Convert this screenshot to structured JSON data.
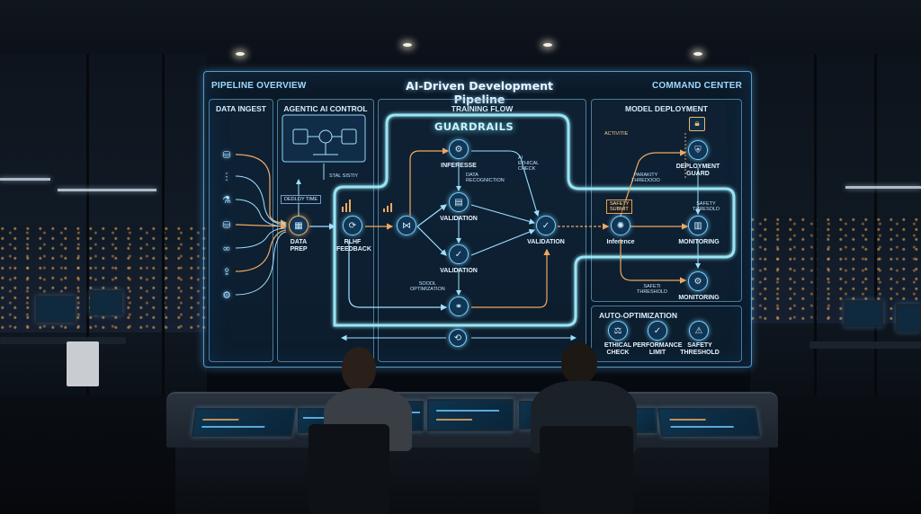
{
  "dashboard": {
    "title": "AI-Driven Development Pipeline",
    "left_label": "PIPELINE OVERVIEW",
    "right_label": "COMMAND CENTER",
    "sections": {
      "data_ingest": "DATA INGEST",
      "agentic": "AGENTIC AI CONTROL",
      "training": "TRAINING FLOW",
      "deployment": "MODEL DEPLOYMENT",
      "auto_opt": "AUTO-OPTIMIZATION"
    },
    "guardrails": "GUARDRAILS",
    "nodes": {
      "data_prep": "DATA\nPREP",
      "rlhf": "RLHF\nFEEDBACK",
      "inference_top": "INFERESSE",
      "validation_1": "VALIDATION",
      "validation_2": "VALIDATION",
      "validation_main": "VALIDATION",
      "inference": "Inference",
      "deployment_guard": "DEPLOYMENT\nGUARD",
      "monitoring_1": "MONITORING",
      "monitoring_2": "MONITORING",
      "ethical_check": "ETHICAL\nCHECK",
      "performance_limit": "PERFORMANCE\nLIMIT",
      "safety_threshold": "SAFETY\nTHRESHOLD"
    },
    "small_labels": {
      "deploy_time": "DEDLOY TIME",
      "stal_sistiy": "STAL SISTIY",
      "data_recognition": "DATA\nRECOGNICTION",
      "ai_ethical": "AI\nETHICAL\nCHECK",
      "model_optim": "SOODL\nOPTIMIZATION",
      "activitie": "ACTIVITIE",
      "parakity": "PARAKITY\nTHREDOOO",
      "safety_submit": "SAFETY\nSUBMIT",
      "safety_threshold_small": "SAFETY\nTHRESOLD",
      "safeti_threshold": "SAFETI\nTHRESHOLD"
    },
    "ingest_icons": [
      "database-icon",
      "network-icon",
      "flask-icon",
      "database-icon",
      "link-icon",
      "upload-icon",
      "settings-icon"
    ]
  },
  "colors": {
    "holo_cyan": "#7fd3ff",
    "flow_orange": "#f0a860",
    "guardrail_glow": "#9ff0ff"
  }
}
